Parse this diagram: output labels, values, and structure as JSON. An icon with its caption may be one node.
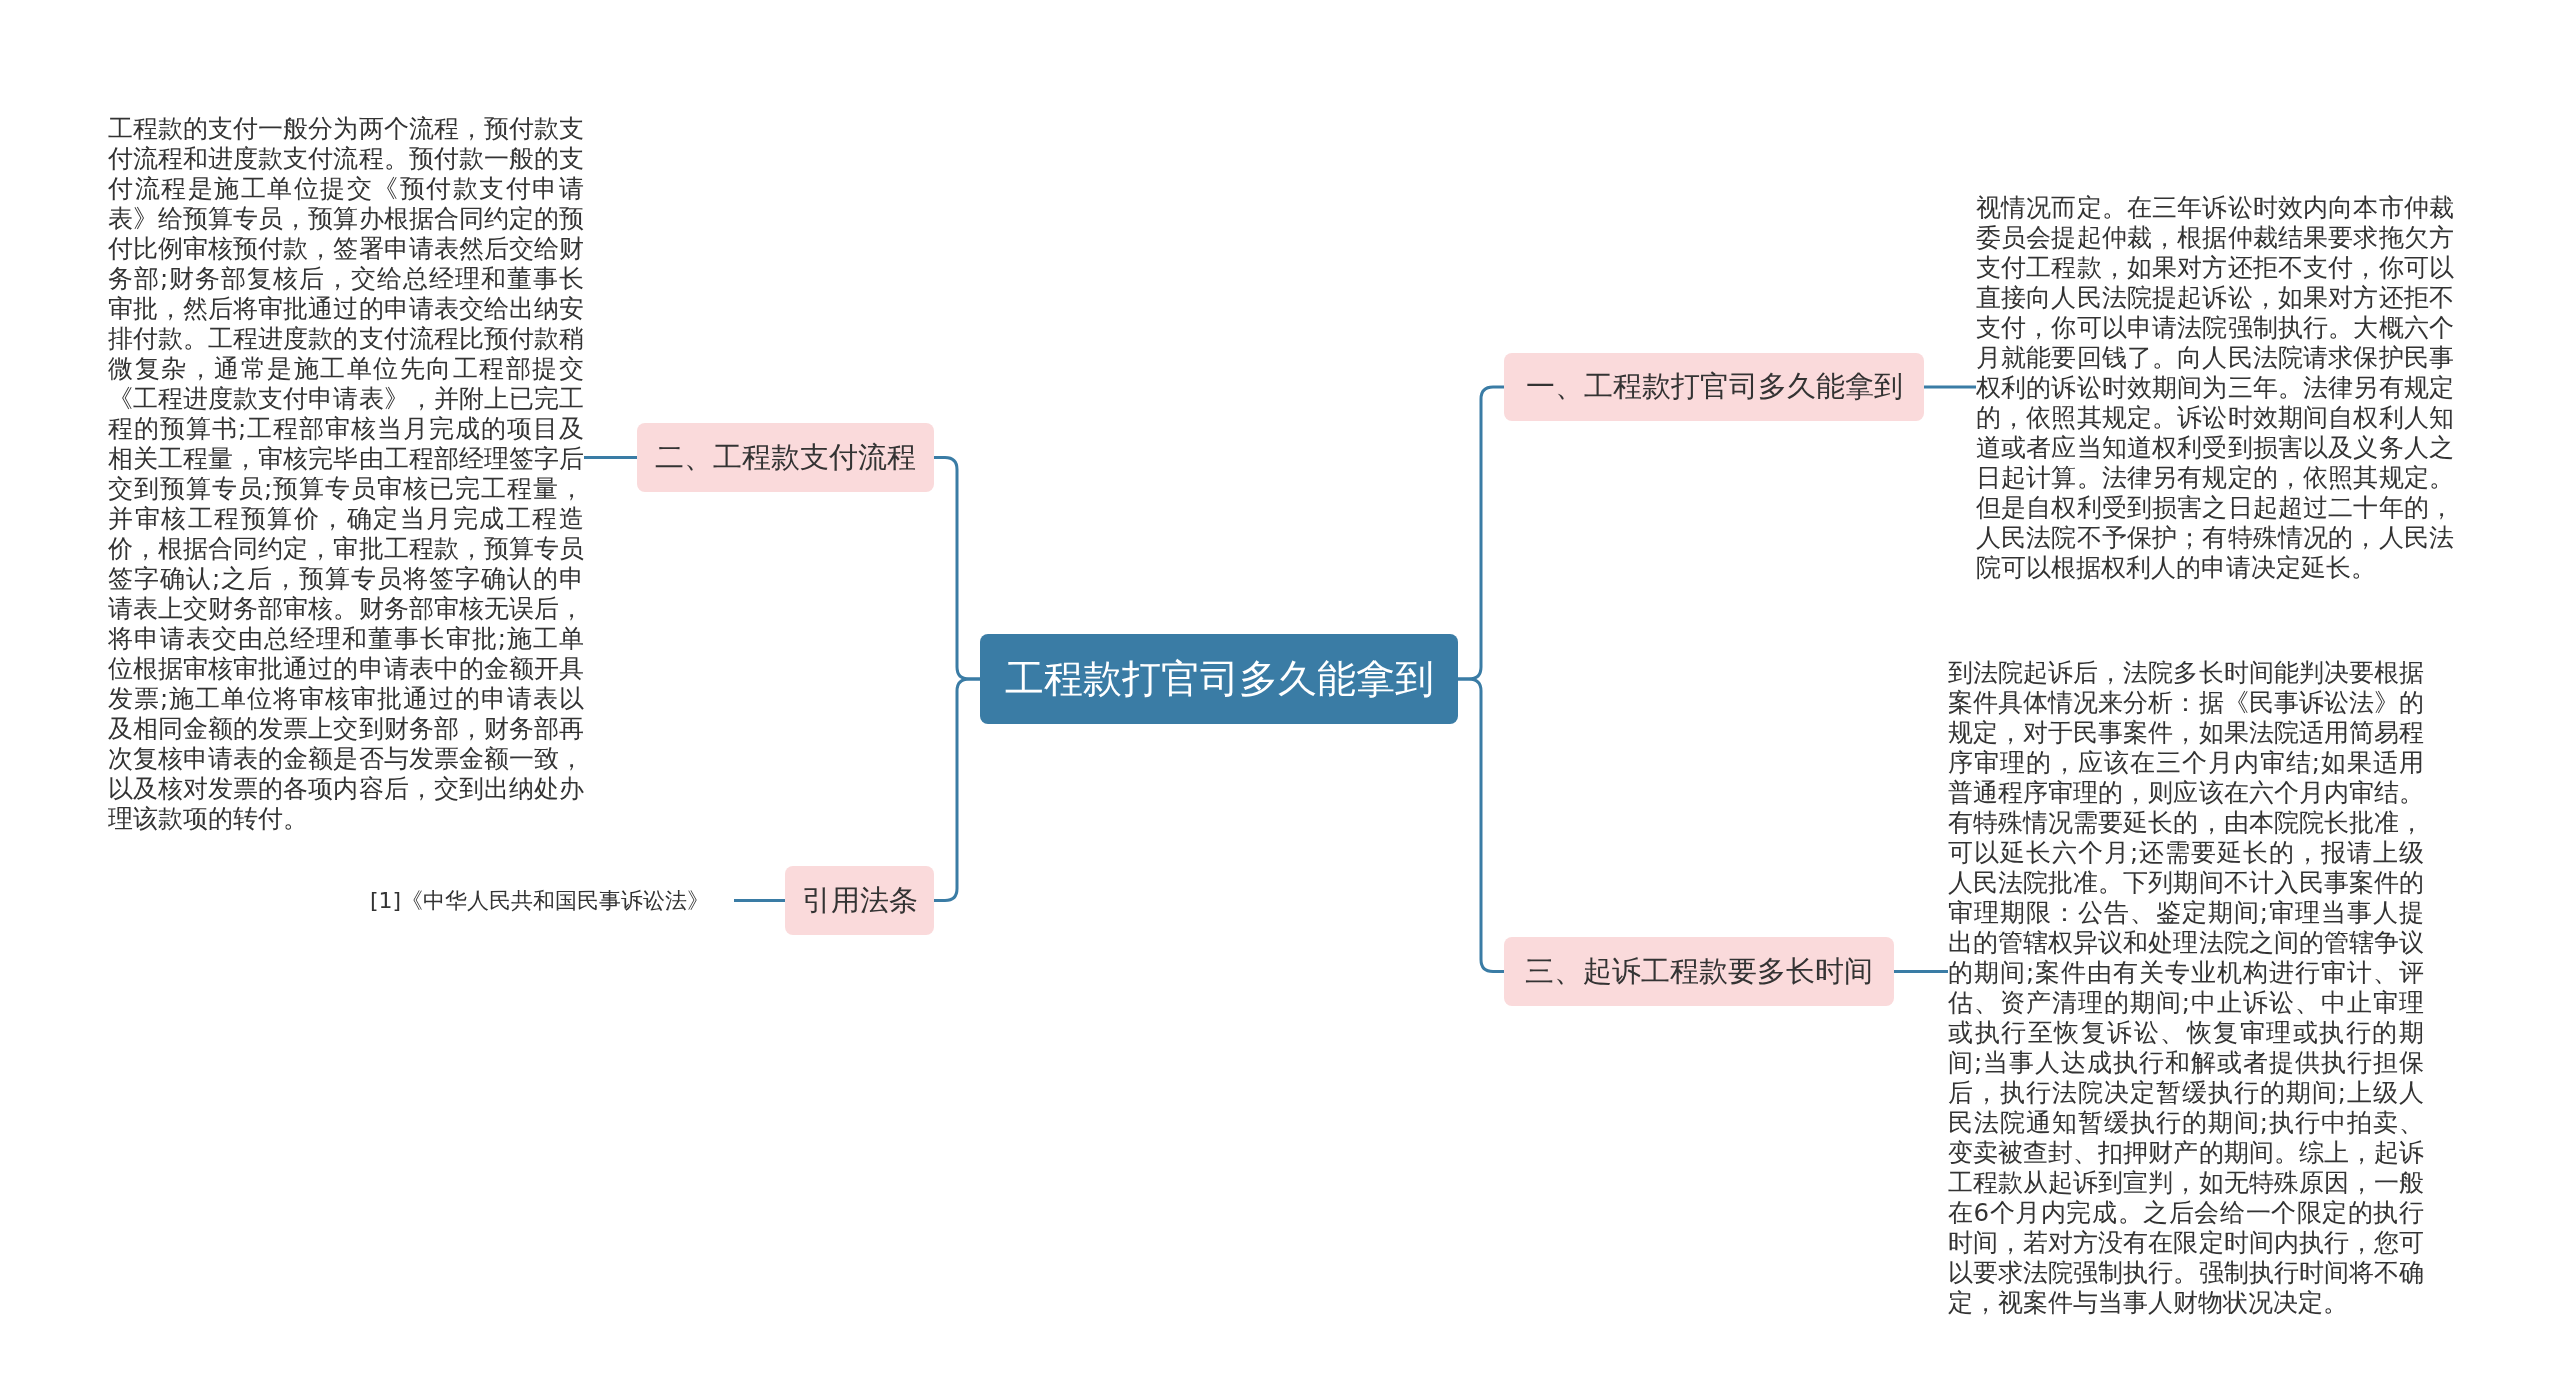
{
  "diagram": {
    "nodes": [
      {
        "text": [
          "工程款打官司多久能拿到"
        ]
      },
      {
        "text": [
          "二、工程款支付流程"
        ]
      },
      {
        "text": [
          "工程款的支付一般分为两个流程，预付款支付流程和进度款支付流程。预付款一般的支付流程是施工单位提交《预付款支付申请表》给预算专员，预算办根据合同约定的预付比例审核预付款，签署申请表然后交给财务部;财务部复核后，交给总经理和董事长审批，然后将审批通过的申请表交给出纳安排付款。工程进度款的支付流程比预付款稍微复杂，通常是施工单位先向工程部提交《工程进度款支付申请表》，并附上已完工程的预算书;工程部审核当月完成的项目及相关工程量，审核完毕由工程部经理签字后交到预算专员;预算专员审核已完工程量，并审核工程预算价，确定当月完成工程造价，根据合同约定，审批工程款，预算专员签字确认;之后，预算专员将签字确认的申请表上交财务部审核。财务部审核无误后，将申请表交由总经理和董事长审批;施工单位根据审核审批通过的申请表中的金额开具发票;施工单位将审核审批通过的申请表以及相同金额的发票上交到财务部，财务部再次复核申请表的金额是否与发票金额一致，以及核对发票的各项内容后，交到出纳处办理该款项的转付。"
        ]
      },
      {
        "text": [
          "引用法条"
        ]
      },
      {
        "text": [
          "[1]《中华人民共和国民事诉讼法》"
        ]
      },
      {
        "text": [
          "一、工程款打官司多久能拿到"
        ]
      },
      {
        "text": [
          "视情况而定。在三年诉讼时效内向本市仲裁委员会提起仲裁，根据仲裁结果要求拖欠方支付工程款，如果对方还拒不支付，你可以直接向人民法院提起诉讼，如果对方还拒不支付，你可以申请法院强制执行。大概六个月就能要回钱了。向人民法院请求保护民事权利的诉讼时效期间为三年。法律另有规定的，依照其规定。诉讼时效期间自权利人知道或者应当知道权利受到损害以及义务人之日起计算。法律另有规定的，依照其规定。但是自权利受到损害之日起超过二十年的，人民法院不予保护；有特殊情况的，人民法院可以根据权利人的申请决定延长。"
        ]
      },
      {
        "text": [
          "三、起诉工程款要多长时间"
        ]
      },
      {
        "text": [
          "到法院起诉后，法院多长时间能判决要根据案件具体情况来分析：据《民事诉讼法》的规定，对于民事案件，如果法院适用简易程序审理的，应该在三个月内审结;如果适用普通程序审理的，则应该在六个月内审结。有特殊情况需要延长的，由本院院长批准，可以延长六个月;还需要延长的，报请上级人民法院批准。下列期间不计入民事案件的审理期限：公告、鉴定期间;审理当事人提出的管辖权异议和处理法院之间的管辖争议的期间;案件由有关专业机构进行审计、评估、资产清理的期间;中止诉讼、中止审理或执行至恢复诉讼、恢复审理或执行的期间;当事人达成执行和解或者提供执行担保后，执行法院决定暂缓执行的期间;上级人民法院通知暂缓执行的期间;执行中拍卖、变卖被查封、扣押财产的期间。综上，起诉工程款从起诉到宣判，如无特殊原因，一般在6个月内完成。之后会给一个限定的执行时间，若对方没有在限定时间内执行，您可以要求法院强制执行。强制执行时间将不确定，视案件与当事人财物状况决定。"
        ]
      }
    ],
    "edges": [
      {
        "from": 0,
        "to": 1,
        "arrow": "none"
      },
      {
        "from": 1,
        "to": 2,
        "arrow": "none"
      },
      {
        "from": 0,
        "to": 3,
        "arrow": "none"
      },
      {
        "from": 3,
        "to": 4,
        "arrow": "none"
      },
      {
        "from": 0,
        "to": 5,
        "arrow": "none"
      },
      {
        "from": 5,
        "to": 6,
        "arrow": "none"
      },
      {
        "from": 0,
        "to": 7,
        "arrow": "none"
      },
      {
        "from": 7,
        "to": 8,
        "arrow": "none"
      }
    ]
  }
}
